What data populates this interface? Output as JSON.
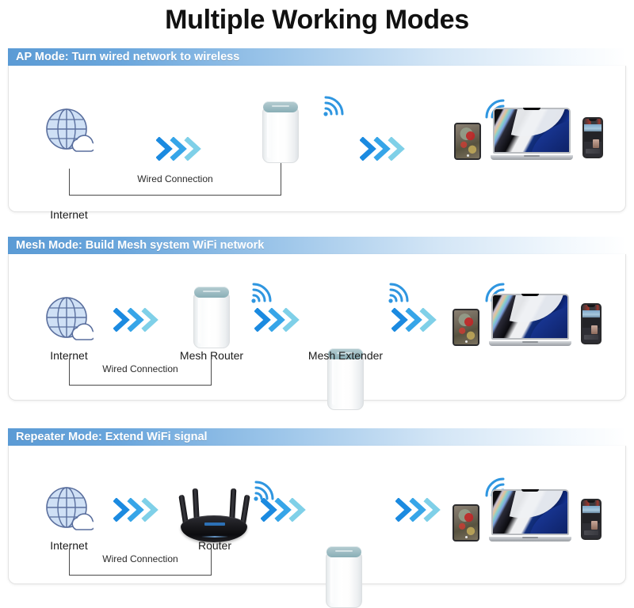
{
  "page": {
    "title": "Multiple Working Modes"
  },
  "sections": [
    {
      "id": "ap-mode",
      "header": "AP Mode: Turn wired network to wireless",
      "nodes": {
        "internet_label": "Internet",
        "device_label": "",
        "wired_label": "Wired Connection"
      },
      "icons": [
        "globe-icon",
        "chevrons-right-icon",
        "access-point-device",
        "wifi-signal-icon",
        "tablet-device",
        "laptop-device",
        "phone-device"
      ]
    },
    {
      "id": "mesh-mode",
      "header": "Mesh Mode: Build Mesh system WiFi network",
      "nodes": {
        "internet_label": "Internet",
        "router_label": "Mesh Router",
        "extender_label": "Mesh Extender",
        "wired_label": "Wired Connection"
      },
      "icons": [
        "globe-icon",
        "chevrons-right-icon",
        "mesh-router-device",
        "wifi-signal-icon",
        "mesh-extender-device",
        "tablet-device",
        "laptop-device",
        "phone-device"
      ]
    },
    {
      "id": "repeater-mode",
      "header": "Repeater Mode: Extend WiFi signal",
      "nodes": {
        "internet_label": "Internet",
        "router_label": "Router",
        "wired_label": "Wired Connection"
      },
      "icons": [
        "globe-icon",
        "chevrons-right-icon",
        "wireless-router-device",
        "wifi-signal-icon",
        "repeater-device",
        "tablet-device",
        "laptop-device",
        "phone-device"
      ]
    }
  ],
  "colors": {
    "header_gradient_start": "#5b9bd5",
    "header_gradient_end": "#ffffff",
    "chevron_dark": "#1b8ae0",
    "chevron_mid": "#36a5e8",
    "chevron_light": "#7fd0e8",
    "wifi_blue": "#2f96e0",
    "globe_fill": "#cfe0f5",
    "globe_stroke": "#5a6f9e",
    "device_cap": "#9dbcc3",
    "text_dark": "#1c1c1c"
  }
}
